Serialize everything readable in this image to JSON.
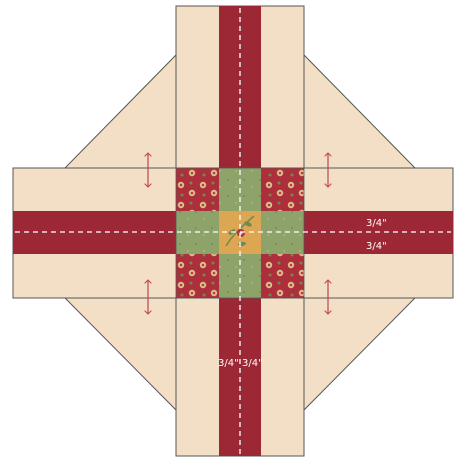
{
  "diagram": {
    "colors": {
      "background": "#ffffff",
      "cream": "#f3dfc6",
      "outline": "#555555",
      "red": "#9b2834",
      "green": "#8ea36a",
      "gold": "#dca652",
      "print_red": "#b5333f",
      "arrow": "#c0454f",
      "seam": "#ffffff"
    },
    "arrow_icon": "double-arrow-icon",
    "seam_labels": {
      "right_upper": "3/4\"",
      "right_lower": "3/4\"",
      "bottom_left": "3/4\"",
      "bottom_right": "3/4\""
    }
  }
}
